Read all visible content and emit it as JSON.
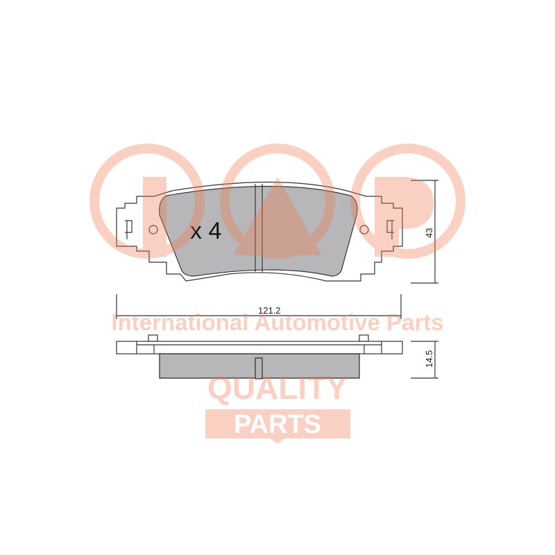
{
  "drawing": {
    "quantity_label": "x 4",
    "dimensions": {
      "width": "121.2",
      "height": "43",
      "thickness": "14.5"
    }
  },
  "watermark": {
    "logo": "IAP",
    "tagline": "International Automotive Parts",
    "quality": "QUALITY",
    "parts": "PARTS",
    "color": "#f07a50"
  }
}
